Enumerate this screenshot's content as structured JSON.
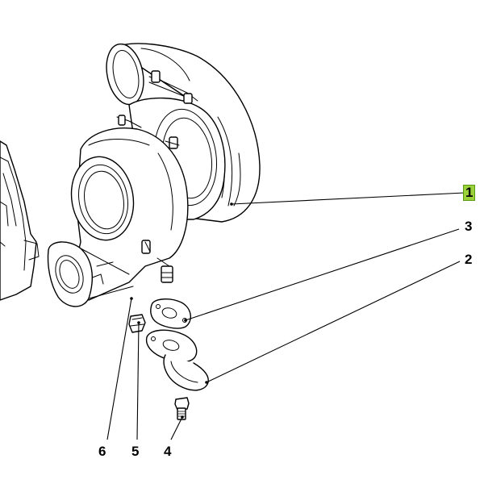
{
  "callouts": [
    {
      "label": "1",
      "highlighted": true,
      "highlight_color": "#9bd23c"
    },
    {
      "label": "3",
      "highlighted": false
    },
    {
      "label": "2",
      "highlighted": false
    },
    {
      "label": "6",
      "highlighted": false
    },
    {
      "label": "5",
      "highlighted": false
    },
    {
      "label": "4",
      "highlighted": false
    }
  ]
}
